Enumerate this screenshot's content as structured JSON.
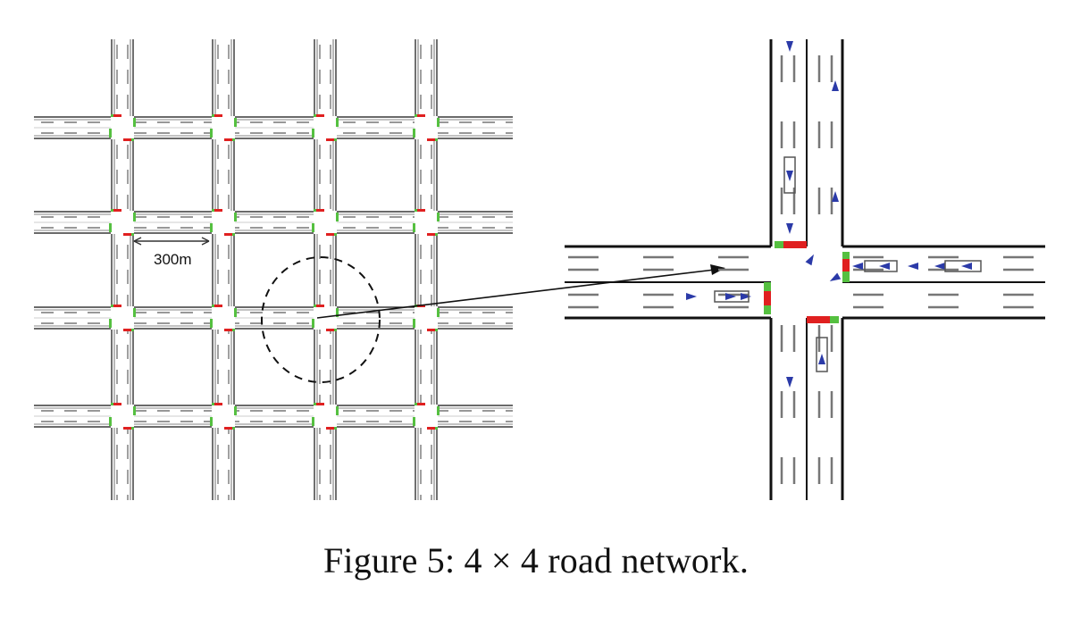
{
  "figure": {
    "grid": {
      "rows": 4,
      "cols": 4
    },
    "scale_label": "300m",
    "caption": "Figure 5: 4 × 4 road network."
  },
  "colors": {
    "road_edge": "#111111",
    "lane_mark": "#777777",
    "signal_red": "#e02020",
    "signal_green": "#55c040",
    "vehicle": "#2b3aa8"
  }
}
